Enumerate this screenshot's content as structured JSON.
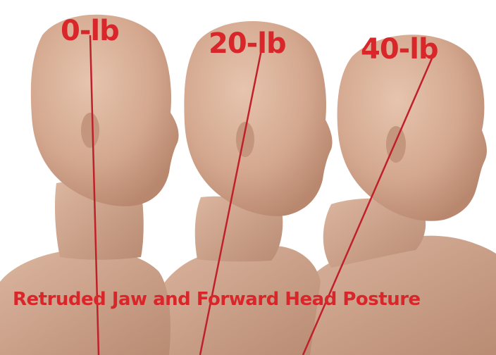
{
  "labels": {
    "weight_0": "0-lb",
    "weight_20": "20-lb",
    "weight_40": "40-lb"
  },
  "caption": "Retruded Jaw and Forward Head Posture",
  "colors": {
    "text": "#d9262b",
    "line": "#c0202a",
    "skin": "#d9b19a",
    "skin_shadow": "#b8876e",
    "background": "#ffffff"
  },
  "figures": [
    {
      "name": "head-neutral",
      "weight_label": "0-lb"
    },
    {
      "name": "head-forward-moderate",
      "weight_label": "20-lb"
    },
    {
      "name": "head-forward-severe",
      "weight_label": "40-lb"
    }
  ]
}
